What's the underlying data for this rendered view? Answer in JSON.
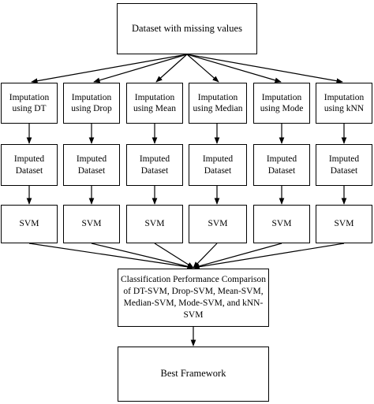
{
  "top": {
    "label": "Dataset with missing values"
  },
  "imputations": [
    {
      "method": "Imputation using DT",
      "dataset": "Imputed Dataset",
      "model": "SVM"
    },
    {
      "method": "Imputation using Drop",
      "dataset": "Imputed Dataset",
      "model": "SVM"
    },
    {
      "method": "Imputation using Mean",
      "dataset": "Imputed Dataset",
      "model": "SVM"
    },
    {
      "method": "Imputation using Median",
      "dataset": "Imputed Dataset",
      "model": "SVM"
    },
    {
      "method": "Imputation using Mode",
      "dataset": "Imputed Dataset",
      "model": "SVM"
    },
    {
      "method": "Imputation using kNN",
      "dataset": "Imputed Dataset",
      "model": "SVM"
    }
  ],
  "comparison": {
    "label": "Classification Performance Comparison of DT-SVM, Drop-SVM, Mean-SVM, Median-SVM, Mode-SVM, and kNN-SVM"
  },
  "final": {
    "label": "Best Framework"
  }
}
